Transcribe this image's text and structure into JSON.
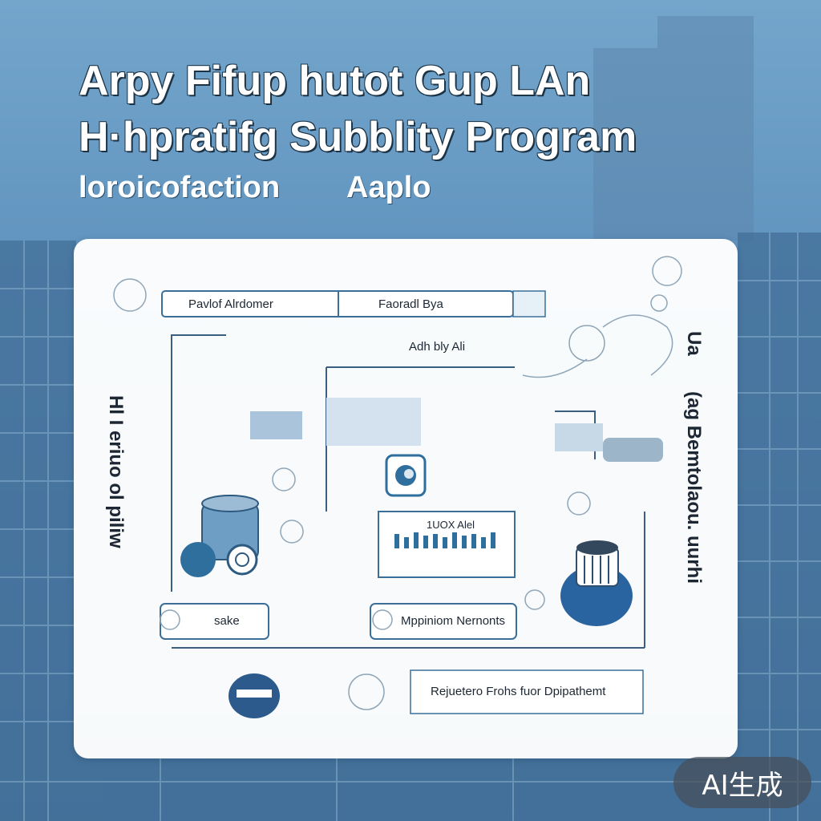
{
  "header": {
    "title_line1": "Arpy Fifup hutot Gup LAn",
    "title_line2": "H·hpratifg Subblity Program",
    "subtitle_left": "loroicofaction",
    "subtitle_right": "Aaplo"
  },
  "diagram": {
    "top_left_box": "Pavlof Alrdomer",
    "top_right_box": "Faoradl Bya",
    "center_label": "Adh bly Ali",
    "middle_box": "1UOX Alel",
    "bottom_left_box": "sake",
    "bottom_middle_box": "Mppiniom Nernonts",
    "bottom_right_box": "Rejuetero Frohs fuor Dpipathemt",
    "left_vertical": "Hl I eriuo ol piliw",
    "right_vertical_top": "Ua",
    "right_vertical": "(ag Bemtolaou. uurhi"
  },
  "watermark": "AI生成",
  "colors": {
    "accent": "#2f6f9e",
    "line": "#3b5f80",
    "panel": "#ffffff",
    "sky": "#6f9fc4"
  }
}
